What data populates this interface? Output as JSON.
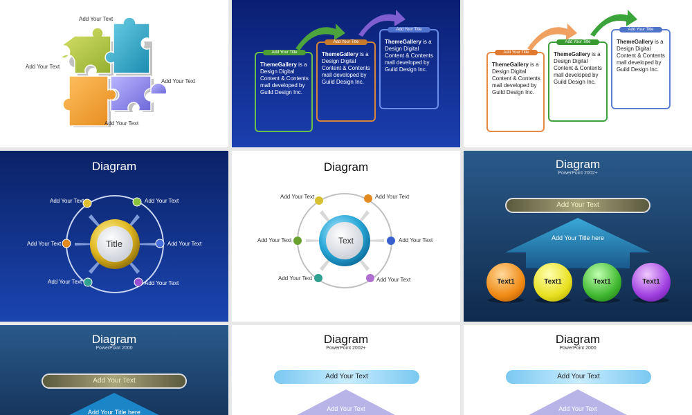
{
  "tiles": [
    {
      "puzzle_labels": [
        "Add Your Text",
        "Add Your Text",
        "Add Your Text",
        "Add Your Text"
      ]
    },
    {
      "cards": [
        {
          "pill": "Add Your Title",
          "brand": "ThemeGallery",
          "body": " is a Design Digital Content & Contents mall developed by Guild Design Inc."
        },
        {
          "pill": "Add Your Title",
          "brand": "ThemeGallery",
          "body": " is a Design Digital Content & Contents mall developed by Guild Design Inc."
        },
        {
          "pill": "Add Your Title",
          "brand": "ThemeGallery",
          "body": " is a Design Digital Content & Contents mall developed by Guild Design Inc."
        }
      ]
    },
    {
      "cards": [
        {
          "pill": "Add Your Title",
          "brand": "ThemeGallery",
          "body": " is a Design Digital Content & Contents mall developed by Guild Design Inc."
        },
        {
          "pill": "Add Your Title",
          "brand": "ThemeGallery",
          "body": " is a Design Digital Content & Contents mall developed by Guild Design Inc."
        },
        {
          "pill": "Add Your Title",
          "brand": "ThemeGallery",
          "body": " is a Design Digital Content & Contents mall developed by Guild Design Inc."
        }
      ]
    },
    {
      "title": "Diagram",
      "center": "Title",
      "labels": [
        "Add Your Text",
        "Add Your Text",
        "Add Your Text",
        "Add Your Text",
        "Add Your Text",
        "Add Your Text"
      ]
    },
    {
      "title": "Diagram",
      "center": "Text",
      "labels": [
        "Add Your Text",
        "Add Your Text",
        "Add Your Text",
        "Add Your Text",
        "Add Your Text",
        "Add Your Text"
      ]
    },
    {
      "title": "Diagram",
      "subtitle": "PowerPoint 2002+",
      "bar": "Add Your Text",
      "arrow": "Add Your Title here",
      "spheres": [
        "Text1",
        "Text1",
        "Text1",
        "Text1"
      ]
    },
    {
      "title": "Diagram",
      "subtitle": "PowerPoint 2000",
      "bar": "Add Your Text",
      "arrow": "Add Your Title here"
    },
    {
      "title": "Diagram",
      "subtitle": "PowerPoint 2002+",
      "bar": "Add Your Text",
      "arrow": "Add Your Text"
    },
    {
      "title": "Diagram",
      "subtitle": "PowerPoint 2000",
      "bar": "Add Your Text",
      "arrow": "Add Your Text"
    }
  ],
  "colors": {
    "navy": "#0b2a80",
    "steel": "#2d5a8c",
    "green": "#5aaa3c",
    "orange": "#e87f2a",
    "purple": "#6b5fd0",
    "blue": "#4d7fd6"
  }
}
